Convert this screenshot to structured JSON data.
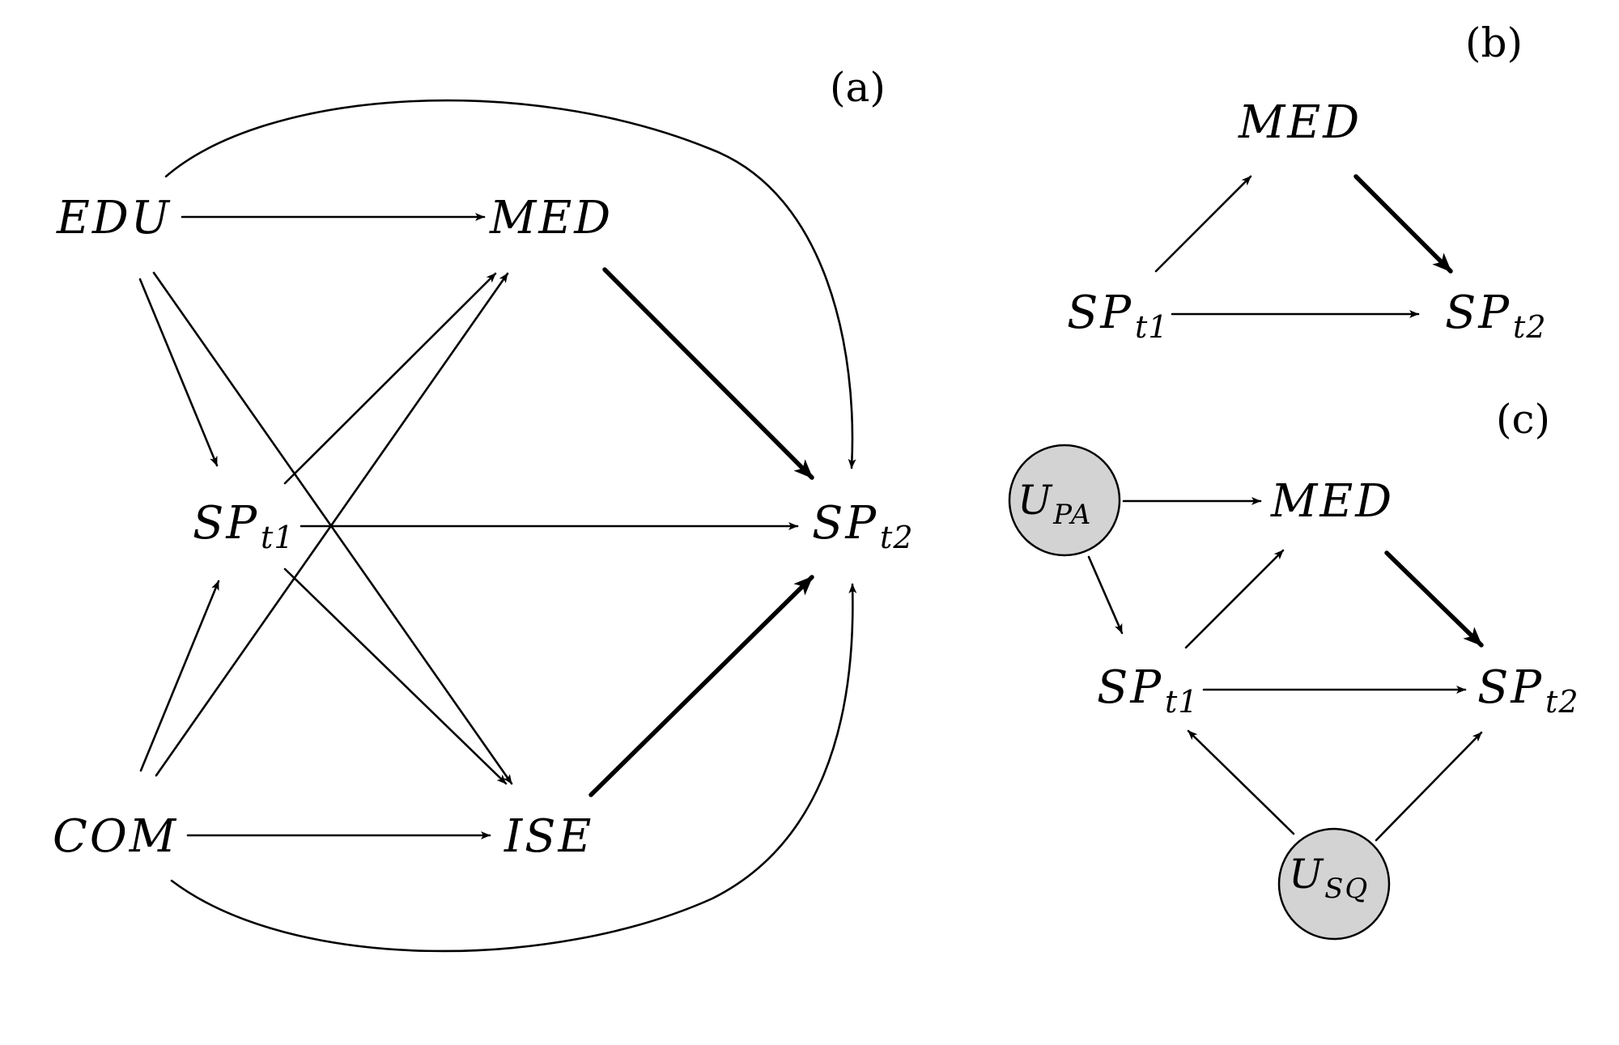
{
  "panels": [
    {
      "id": "a",
      "label": "(a)"
    },
    {
      "id": "b",
      "label": "(b)"
    },
    {
      "id": "c",
      "label": "(c)"
    }
  ],
  "a": {
    "edu": "EDU",
    "med": "MED",
    "sp_base": "SP",
    "t1": "t1",
    "t2": "t2",
    "com": "COM",
    "ise": "ISE"
  },
  "b": {
    "med": "MED",
    "sp_base": "SP",
    "t1": "t1",
    "t2": "t2"
  },
  "c": {
    "u_base": "U",
    "pa": "PA",
    "sq": "SQ",
    "med": "MED",
    "sp_base": "SP",
    "t1": "t1",
    "t2": "t2"
  },
  "colors": {
    "latent_fill": "#d3d3d3",
    "stroke": "#000000"
  }
}
